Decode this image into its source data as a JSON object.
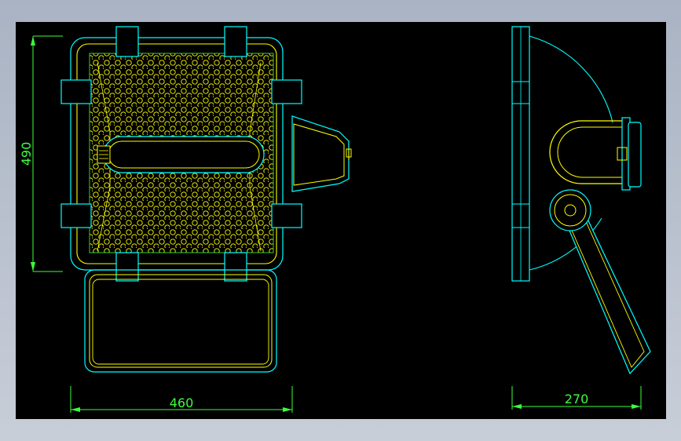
{
  "drawing": {
    "dimensions": {
      "front_height": "490",
      "front_width": "460",
      "side_depth": "270"
    },
    "colors": {
      "background": "#000000",
      "outline_cyan": "#00ffff",
      "outline_yellow": "#ffff00",
      "dimension_green": "#3cff3c",
      "pattern_green": "#33cc33",
      "chrome_gradient": "#b4bdcb"
    }
  }
}
